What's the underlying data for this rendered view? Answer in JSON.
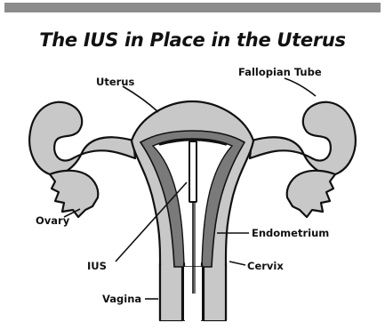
{
  "title": "The IUS in Place in the Uterus",
  "labels": {
    "uterus": "Uterus",
    "fallopian_tube": "Fallopian Tube",
    "ovary": "Ovary",
    "ius": "IUS",
    "endometrium": "Endometrium",
    "cervix": "Cervix",
    "vagina": "Vagina"
  },
  "colors": {
    "tissue": "#c8c8c8",
    "endometrium": "#7a7a7a",
    "cavity": "#ffffff",
    "outline": "#111111",
    "top_bar": "#8c8c8c"
  }
}
